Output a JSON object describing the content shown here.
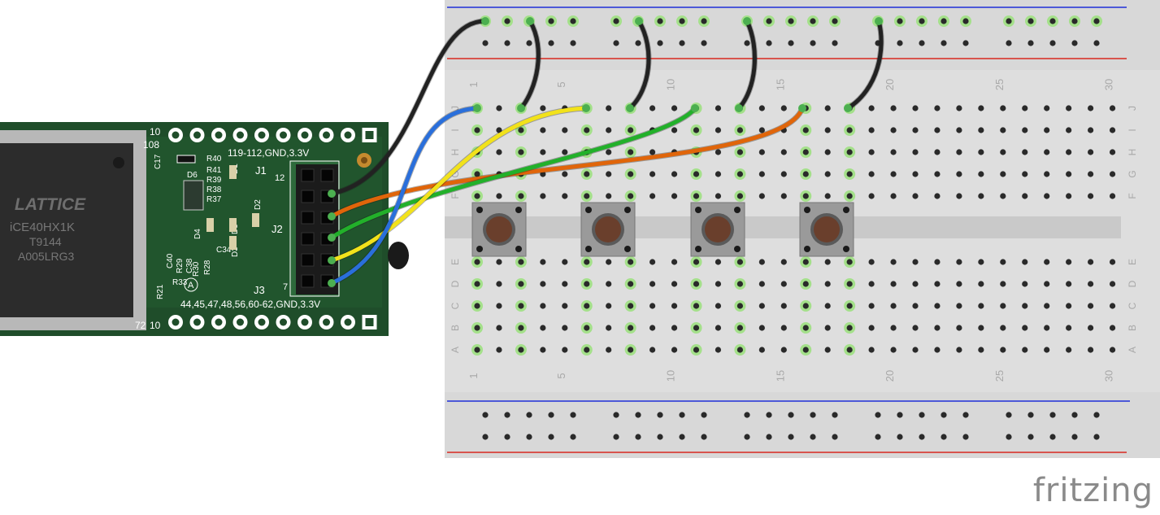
{
  "board": {
    "chip_brand": "LATTICE",
    "chip_model": "iCE40HX1K",
    "chip_code": "T9144",
    "chip_lot": "A005LRG3",
    "header_top_label": "119-112,GND,3.3V",
    "header_bottom_label": "44,45,47,48,56,60-62,GND,3.3V",
    "pin_top": "108",
    "pin_top_right": "10",
    "pin_bottom": "72",
    "pin_bottom_right": "10",
    "connector_j1": "J1",
    "connector_j2": "J2",
    "connector_j3": "J3",
    "connector_pin12": "12",
    "connector_pin7": "7",
    "silk_labels": [
      "R40",
      "R41",
      "R39",
      "R38",
      "R37",
      "D6",
      "C17",
      "D1",
      "D2",
      "D3",
      "D4",
      "D5",
      "C34",
      "C40",
      "R29",
      "C38",
      "R30",
      "R28",
      "R33",
      "R21"
    ],
    "led_symbol": "A"
  },
  "breadboard": {
    "column_numbers": [
      "1",
      "5",
      "10",
      "15",
      "20",
      "25",
      "30"
    ],
    "rows_top": [
      "J",
      "I",
      "H",
      "G",
      "F"
    ],
    "rows_bottom": [
      "E",
      "D",
      "C",
      "B",
      "A"
    ]
  },
  "colors": {
    "wire_black": "#222222",
    "wire_blue": "#2a6fdb",
    "wire_yellow": "#f2e21b",
    "wire_green": "#22b02a",
    "wire_orange": "#e0650a",
    "rail_blue": "#1f2fd8",
    "rail_red": "#d8281f",
    "board_green": "#1f4d2a",
    "breadboard_bg": "#dedede"
  },
  "brand": "fritzing"
}
